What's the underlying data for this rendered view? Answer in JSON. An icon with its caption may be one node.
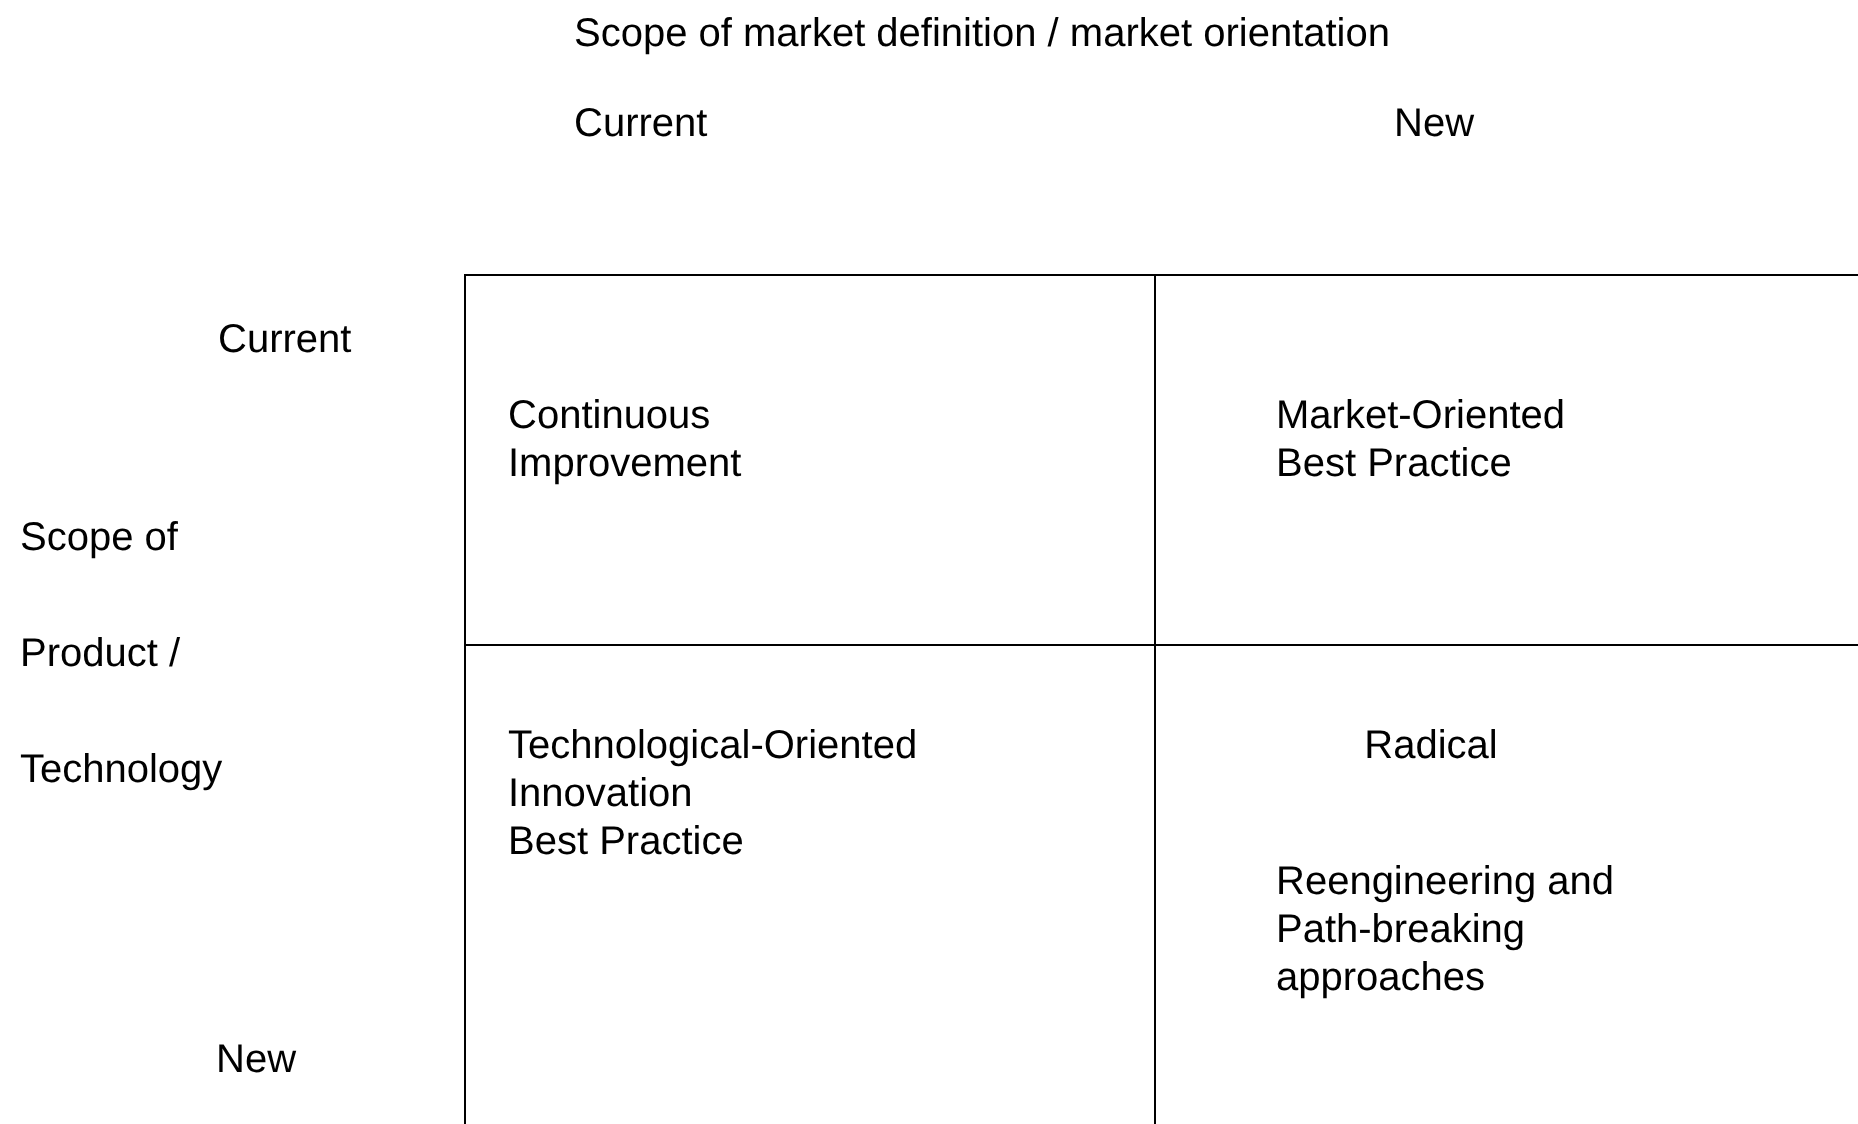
{
  "diagram": {
    "nodes": [
      {
        "text": [
          "Continuous Improvement"
        ]
      },
      {
        "text": [
          "Market-Oriented Best Practice"
        ]
      },
      {
        "text": [
          "Technological-Oriented Innovation",
          "Best Practice"
        ]
      },
      {
        "text": [
          "Radical",
          "Reengineering and Path-breaking approaches"
        ]
      }
    ],
    "edges": [],
    "labels": [
      "Scope of market definition / market orientation",
      "Current",
      "New",
      "Current",
      "Scope of Product / Technology",
      "New"
    ]
  }
}
